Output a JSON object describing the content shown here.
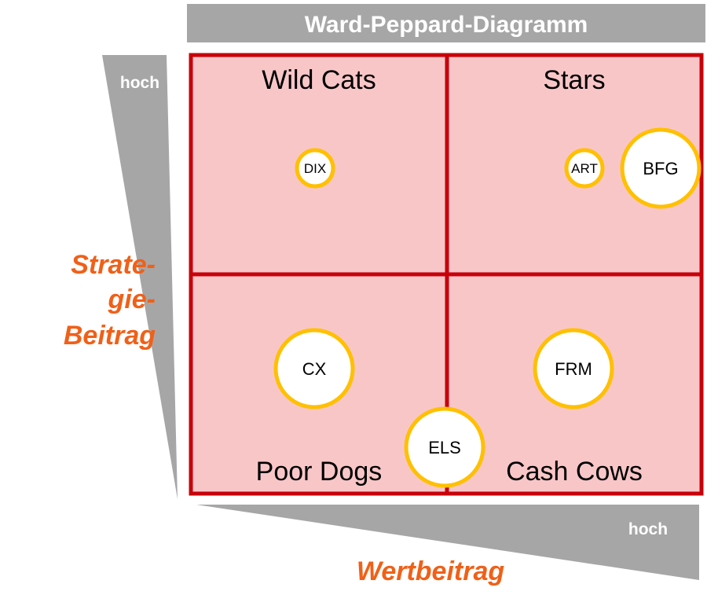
{
  "title": "Ward-Peppard-Diagramm",
  "y_axis": {
    "label_lines": [
      "Strate-",
      "gie-",
      "Beitrag"
    ],
    "high_label": "hoch"
  },
  "x_axis": {
    "label": "Wertbeitrag",
    "high_label": "hoch"
  },
  "quadrants": {
    "top_left": "Wild Cats",
    "top_right": "Stars",
    "bottom_left": "Poor Dogs",
    "bottom_right": "Cash Cows"
  },
  "items": [
    {
      "label": "DIX",
      "size": "small"
    },
    {
      "label": "ART",
      "size": "small"
    },
    {
      "label": "BFG",
      "size": "large"
    },
    {
      "label": "CX",
      "size": "large"
    },
    {
      "label": "FRM",
      "size": "large"
    },
    {
      "label": "ELS",
      "size": "large"
    }
  ],
  "colors": {
    "grid": "#c8000a",
    "fill": "#f9c6c8",
    "bubble": "#ffc000",
    "axis": "#a6a6a6",
    "accent": "#f06018"
  }
}
